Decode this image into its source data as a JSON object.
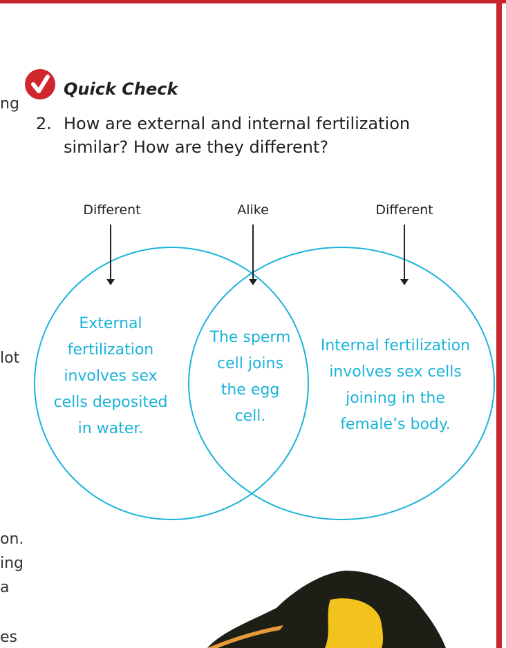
{
  "margin_fragments": [
    "ng",
    "lot",
    "on.",
    "ing",
    "a",
    "es"
  ],
  "quick_check": {
    "title": "Quick Check",
    "number": "2.",
    "question_line1": "How are external and internal fertilization",
    "question_line2": "similar? How are they different?"
  },
  "venn": {
    "labels": {
      "left": "Different",
      "middle": "Alike",
      "right": "Different"
    },
    "left_text": [
      "External",
      "fertilization",
      "involves sex",
      "cells deposited",
      "in water."
    ],
    "middle_text": [
      "The sperm",
      "cell joins",
      "the egg",
      "cell."
    ],
    "right_text": [
      "Internal fertilization",
      "involves sex cells",
      "joining in the",
      "female’s body."
    ]
  },
  "colors": {
    "accent": "#c8262b",
    "venn": "#1bb3d9"
  }
}
